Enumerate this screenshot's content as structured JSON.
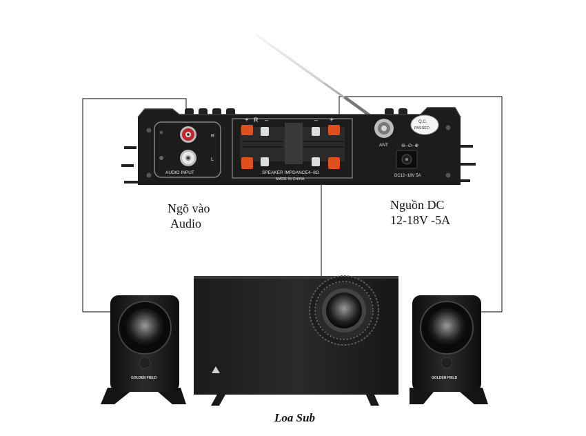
{
  "labels": {
    "audio_input_line1": "Ngõ vào",
    "audio_input_line2": "Audio",
    "power_line1": "Nguồn DC",
    "power_line2": "12-18V -5A",
    "subwoofer": "Loa Sub"
  },
  "amplifier_panel": {
    "channel_r": "R",
    "channel_l": "L",
    "audio_input": "AUDIO INPUT",
    "speaker_plus_left": "+",
    "speaker_minus_left": "–",
    "speaker_minus_right": "–",
    "speaker_plus_right": "+",
    "speaker_r": "R",
    "impedance": "SPEAKER IMPDANCE4~8Ω",
    "made_in": "MADE IN CHINA",
    "antenna": "ANT",
    "qc_top": "Q.C.",
    "qc_bottom": "PASSED",
    "dc_rating": "DC12~18V 5A"
  },
  "speakers": {
    "brand_left": "GOLDEN FIELD",
    "brand_right": "GOLDEN FIELD"
  },
  "colors": {
    "panel": "#1c1c1c",
    "terminal": "#e0501e",
    "wire": "#333333"
  }
}
